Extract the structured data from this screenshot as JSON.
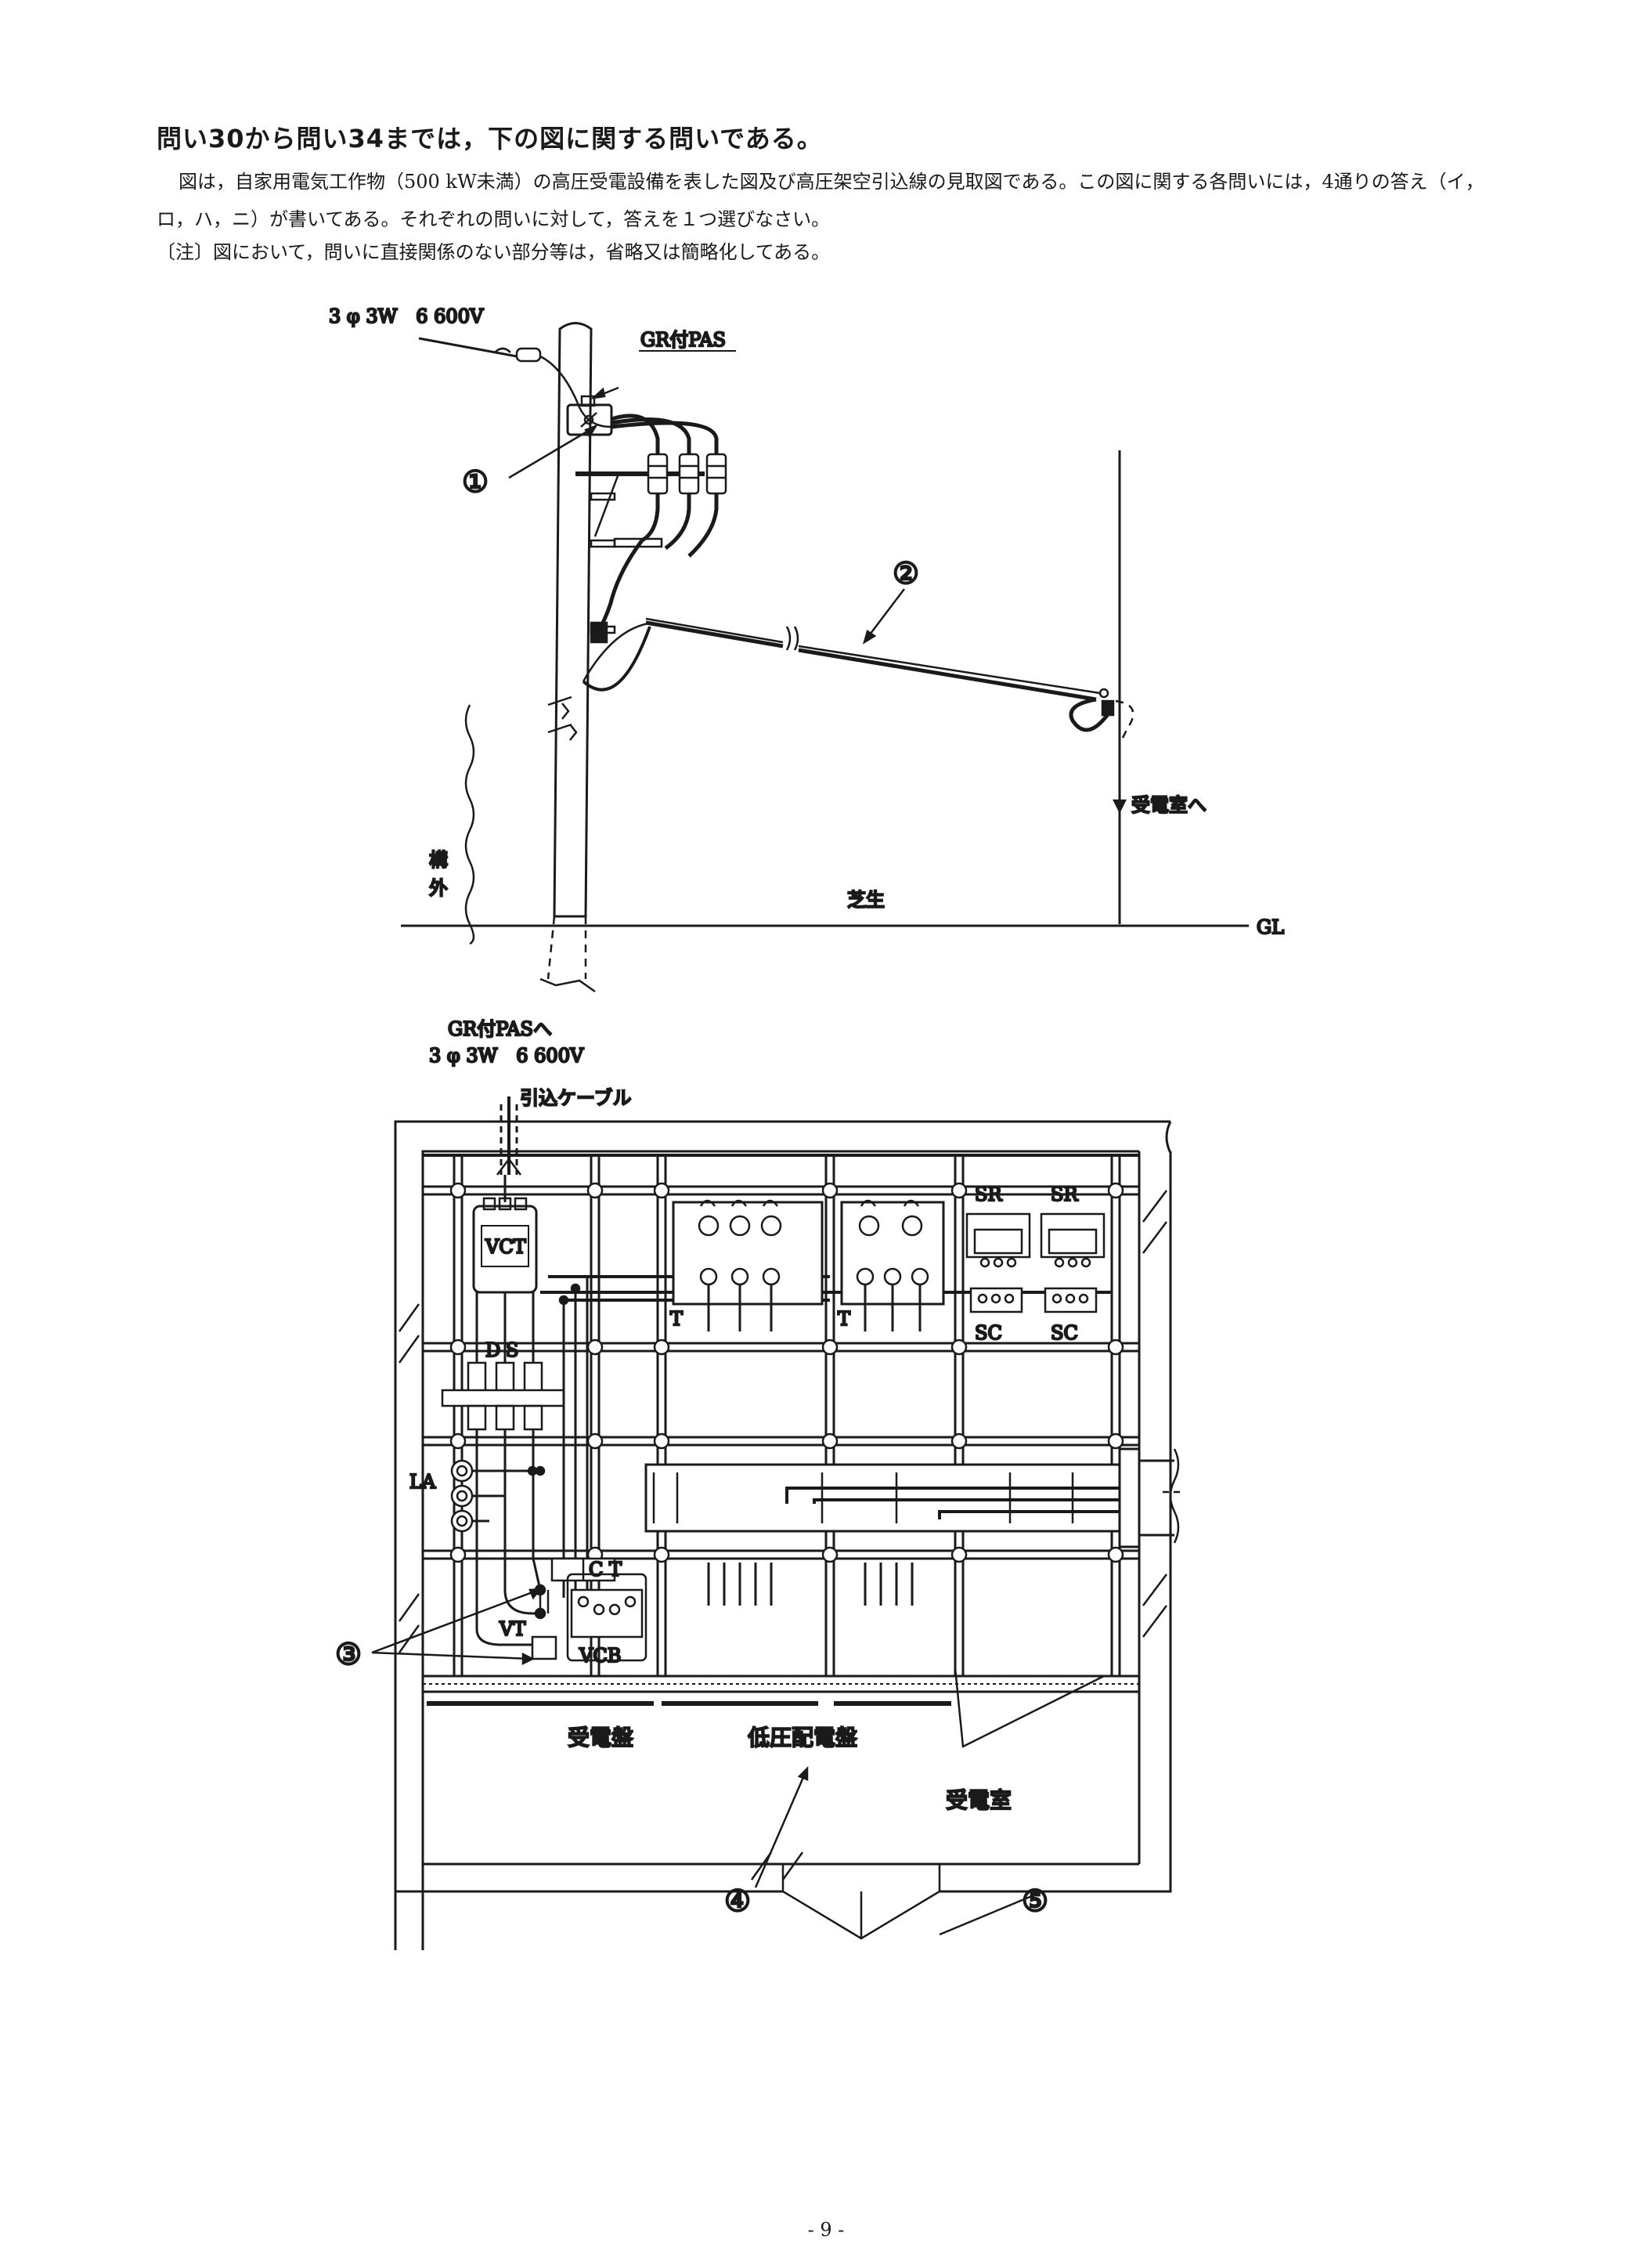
{
  "heading": "問い30から問い34までは，下の図に関する問いである。",
  "intro": "図は，自家用電気工作物（500 kW未満）の高圧受電設備を表した図及び高圧架空引込線の見取図である。この図に関する各問いには，4通りの答え（イ，ロ，ハ，ニ）が書いてある。それぞれの問いに対して，答えを１つ選びなさい。",
  "note": "〔注〕図において，問いに直接関係のない部分等は，省略又は簡略化してある。",
  "top_figure": {
    "supply_label": "3 φ 3W　6 600V",
    "pas_label": "GR付PAS",
    "to_room_label": "受電室へ",
    "outside_char1": "構",
    "outside_char2": "外",
    "lawn_label": "芝生",
    "gl_label": "GL",
    "callout_1": "①",
    "callout_2": "②"
  },
  "bottom_figure": {
    "to_pas_label": "GR付PASへ",
    "supply_label": "3 φ 3W　6 600V",
    "cable_label": "引込ケーブル",
    "vct_label": "VCT",
    "ds_label_d": "D",
    "ds_label_s": "S",
    "la_label": "LA",
    "ct_label_c": "C",
    "ct_label_t": "T",
    "vt_label": "VT",
    "vcb_label": "VCB",
    "t_label_1": "T",
    "t_label_2": "T",
    "sr_label_1": "SR",
    "sr_label_2": "SR",
    "sc_label_1": "SC",
    "sc_label_2": "SC",
    "receiving_panel_label": "受電盤",
    "lv_panel_label": "低圧配電盤",
    "room_label": "受電室",
    "callout_3": "③",
    "callout_4": "④",
    "callout_5": "⑤"
  },
  "page_number": "- 9 -"
}
